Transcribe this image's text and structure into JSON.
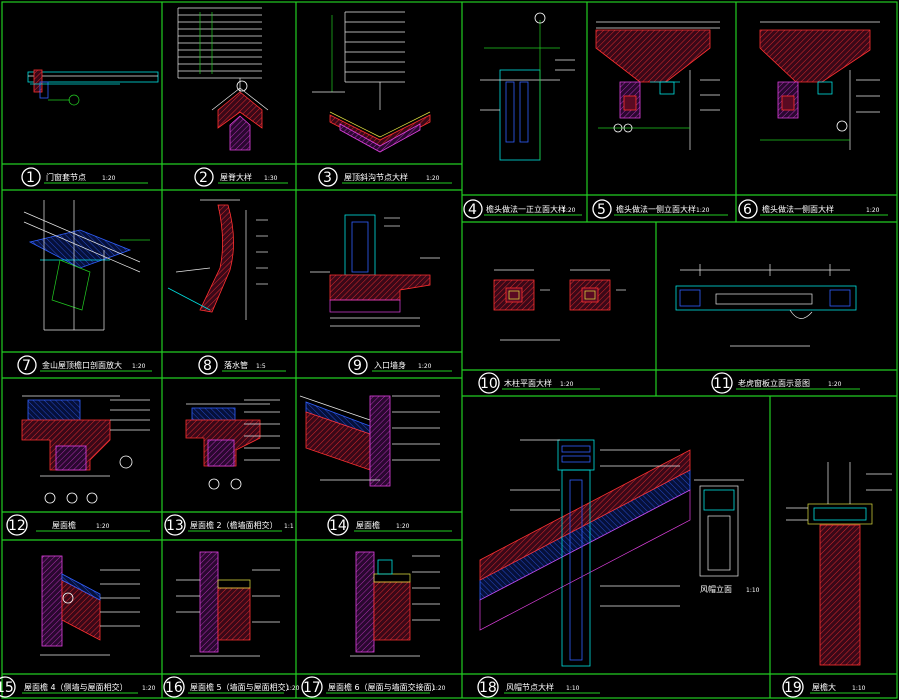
{
  "sheet": {
    "background": "#000000",
    "frame_color": "#22cc22",
    "colors": {
      "white": "#ffffff",
      "cyan": "#00e0e0",
      "red": "#ff3030",
      "blue": "#3060ff",
      "magenta": "#e040e0",
      "yellow": "#e0e040"
    }
  },
  "details": [
    {
      "num": "1",
      "title": "门窗套节点",
      "scale": "1:20"
    },
    {
      "num": "2",
      "title": "屋脊大样",
      "scale": "1:30"
    },
    {
      "num": "3",
      "title": "屋顶斜沟节点大样",
      "scale": "1:20"
    },
    {
      "num": "4",
      "title": "檐头做法一正立面大样",
      "scale": "1:20"
    },
    {
      "num": "5",
      "title": "檐头做法一侧立面大样",
      "scale": "1:20"
    },
    {
      "num": "6",
      "title": "檐头做法一侧面大样",
      "scale": "1:20"
    },
    {
      "num": "7",
      "title": "金山屋顶檐口剖面放大",
      "scale": "1:20"
    },
    {
      "num": "8",
      "title": "落水管",
      "scale": "1:5"
    },
    {
      "num": "9",
      "title": "入口墙身",
      "scale": "1:20"
    },
    {
      "num": "10",
      "title": "木柱平面大样",
      "scale": "1:20"
    },
    {
      "num": "11",
      "title": "老虎窗板立面示意图",
      "scale": "1:20"
    },
    {
      "num": "12",
      "title": "屋面檐",
      "scale": "1:20"
    },
    {
      "num": "13",
      "title": "屋面檐 2（檐墙面相交）",
      "scale": "1:1"
    },
    {
      "num": "14",
      "title": "屋面檐",
      "scale": "1:20"
    },
    {
      "num": "15",
      "title": "屋面檐 4（侧墙与屋面相交）",
      "scale": "1:20"
    },
    {
      "num": "16",
      "title": "屋面檐 5（墙面与屋面相交）",
      "scale": "1:20"
    },
    {
      "num": "17",
      "title": "屋面檐 6（屋面与墙面交接面）",
      "scale": "1:20"
    },
    {
      "num": "18",
      "title": "风帽节点大样",
      "scale": "1:10"
    },
    {
      "num": "19",
      "title": "屋檐大",
      "scale": "1:10"
    }
  ],
  "notes": {
    "vent_elevation": "风帽立面",
    "vent_elevation_scale": "1:10"
  }
}
